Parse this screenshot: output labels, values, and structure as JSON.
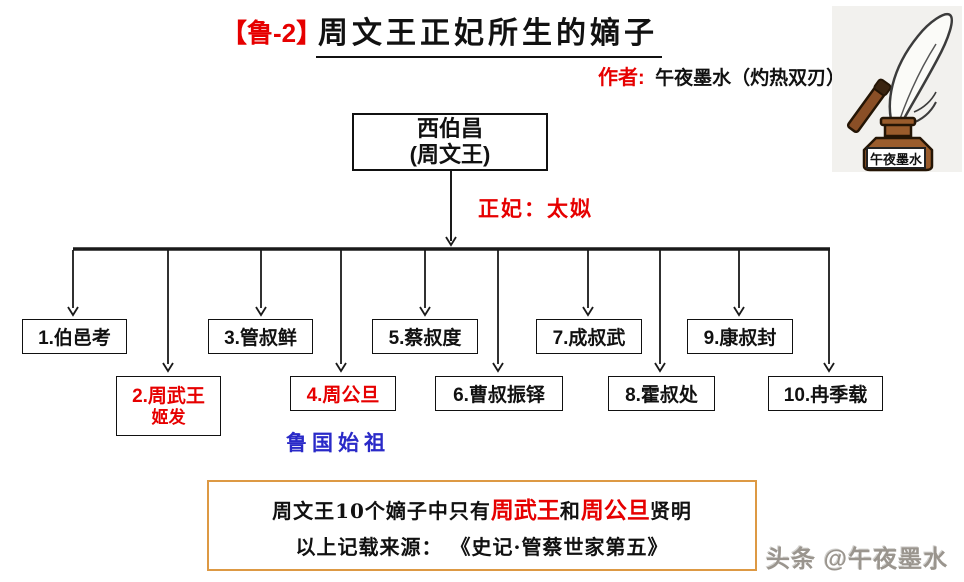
{
  "header": {
    "tag": "【鲁-2】",
    "title": "周文王正妃所生的嫡子",
    "author_label": "作者:",
    "author_name": "午夜墨水（灼热双刃）"
  },
  "logo": {
    "label": "午夜墨水"
  },
  "tree": {
    "root": {
      "line1": "西伯昌",
      "line2": "(周文王)"
    },
    "consort_note": "正妃：太姒",
    "children": [
      {
        "label": "1.伯邑考"
      },
      {
        "label": "2.周武王",
        "sub": "姬发"
      },
      {
        "label": "3.管叔鲜"
      },
      {
        "label": "4.周公旦"
      },
      {
        "label": "5.蔡叔度"
      },
      {
        "label": "6.曹叔振铎"
      },
      {
        "label": "7.成叔武"
      },
      {
        "label": "8.霍叔处"
      },
      {
        "label": "9.康叔封"
      },
      {
        "label": "10.冉季载"
      }
    ],
    "annotation": "鲁国始祖"
  },
  "note": {
    "parts": [
      "周文王10个嫡子中只有",
      "周武王",
      "和",
      "周公旦",
      "贤明"
    ],
    "source_line": "以上记载来源： 《史记·管蔡世家第五》"
  },
  "watermark": "头条 @午夜墨水",
  "colors": {
    "red": "#e60000",
    "blue": "#2a2ac8",
    "noteBorder": "#dd9944",
    "line": "#1a1a1a"
  }
}
